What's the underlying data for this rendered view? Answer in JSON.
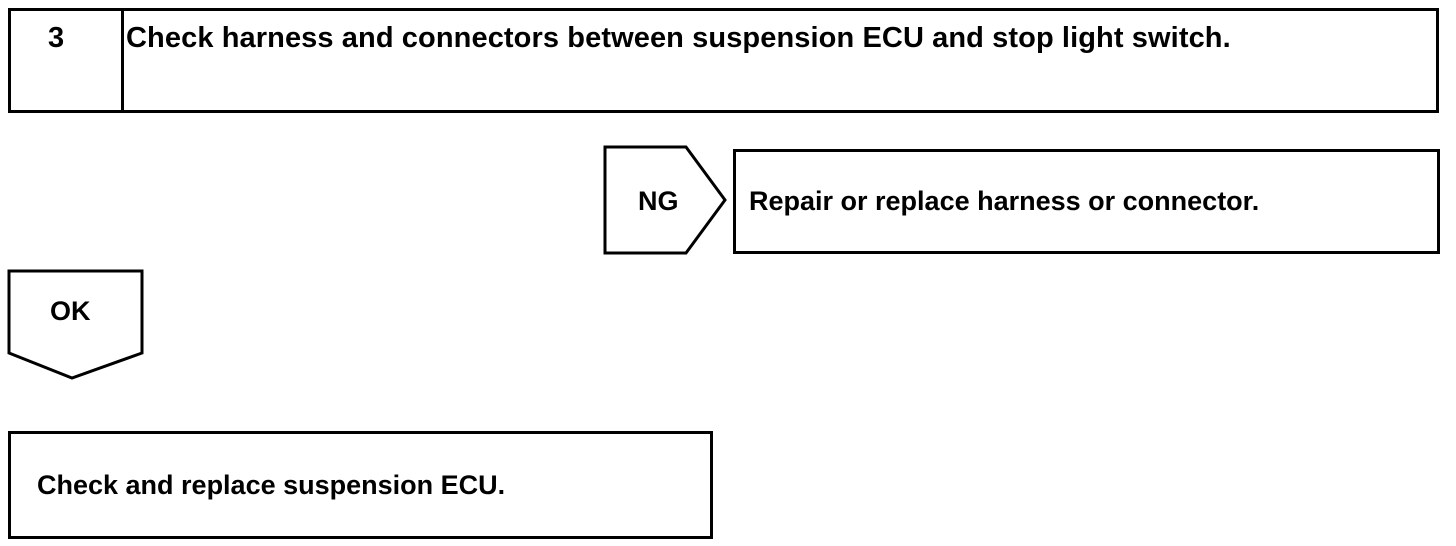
{
  "step": {
    "number": "3",
    "title": "Check harness and connectors between suspension ECU and stop light switch."
  },
  "ng_branch": {
    "label": "NG",
    "action": "Repair or replace harness or connector."
  },
  "ok_branch": {
    "label": "OK"
  },
  "final_action": {
    "text": "Check and replace suspension ECU."
  }
}
